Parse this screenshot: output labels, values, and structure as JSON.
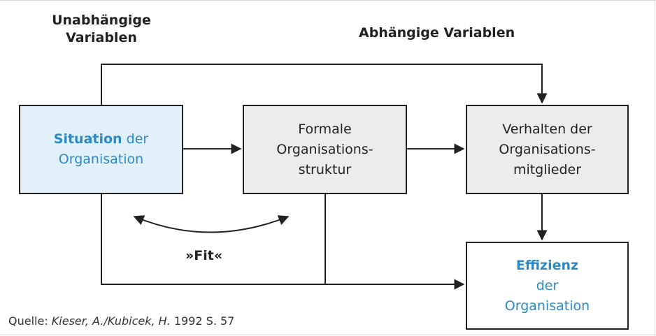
{
  "headings": {
    "independent": [
      "Unabhängige",
      "Variablen"
    ],
    "dependent": "Abhängige Variablen"
  },
  "boxes": {
    "situation": {
      "bold": "Situation",
      "rest": " der",
      "line2": "Organisation"
    },
    "struktur": {
      "lines": [
        "Formale",
        "Organisations-",
        "struktur"
      ]
    },
    "verhalten": {
      "lines": [
        "Verhalten der",
        "Organisations-",
        "mitglieder"
      ]
    },
    "effizienz": {
      "bold": "Effizienz",
      "lines": [
        "der",
        "Organisation"
      ]
    }
  },
  "fit_label": "»Fit«",
  "source": {
    "prefix": "Quelle: ",
    "author": "Kieser, A./Kubicek, H.",
    "suffix": " 1992 S. 57"
  },
  "colors": {
    "accent": "#2b8ac4",
    "situation_fill": "#e1f0f9",
    "gray_fill": "#ececec",
    "line": "#222222"
  }
}
